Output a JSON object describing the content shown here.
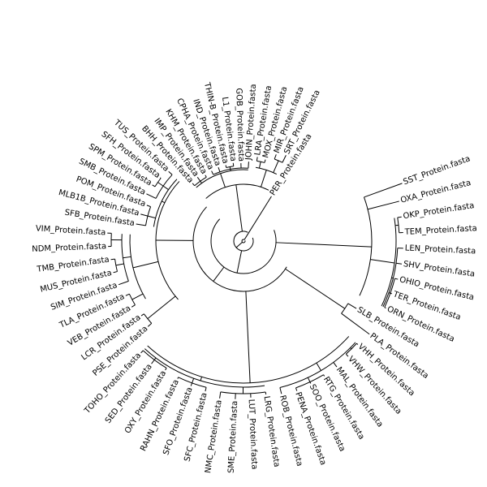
{
  "title": "",
  "colors": {
    "line": "#000000",
    "label": "#000000",
    "background": "#ffffff"
  },
  "tree": {
    "layout": "circular",
    "leaves": [
      {
        "label": "SST_Protein.fasta"
      },
      {
        "label": "OXA_Protein.fasta"
      },
      {
        "label": "OKP_Protein.fasta"
      },
      {
        "label": "TEM_Protein.fasta"
      },
      {
        "label": "LEN_Protein.fasta"
      },
      {
        "label": "SHV_Protein.fasta"
      },
      {
        "label": "OHIO_Protein.fasta"
      },
      {
        "label": "TER_Protein.fasta"
      },
      {
        "label": "ORN_Protein.fasta"
      },
      {
        "label": "SLB_Protein.fasta"
      },
      {
        "label": "PLA_Protein.fasta"
      },
      {
        "label": "VHH_Protein.fasta"
      },
      {
        "label": "VHW_Protein.fasta"
      },
      {
        "label": "MAL_Protein.fasta"
      },
      {
        "label": "RTG_Protein.fasta"
      },
      {
        "label": "SOO_Protein.fasta"
      },
      {
        "label": "PENA_Protein.fasta"
      },
      {
        "label": "ROB_Protein.fasta"
      },
      {
        "label": "LRG_Protein.fasta"
      },
      {
        "label": "LUT_Protein.fasta"
      },
      {
        "label": "SME_Protein.fasta"
      },
      {
        "label": "NMC_Protein.fasta"
      },
      {
        "label": "SFC_Protein.fasta"
      },
      {
        "label": "SFO_Protein.fasta"
      },
      {
        "label": "RAHN_Protein.fasta"
      },
      {
        "label": "OXY_Protein.fasta"
      },
      {
        "label": "SED_Protein.fasta"
      },
      {
        "label": "TOHO_Protein.fasta"
      },
      {
        "label": "PSE_Protein.fasta"
      },
      {
        "label": "LCR_Protein.fasta"
      },
      {
        "label": "VEB_Protein.fasta"
      },
      {
        "label": "TLA_Protein.fasta"
      },
      {
        "label": "SIM_Protein.fasta"
      },
      {
        "label": "MUS_Protein.fasta"
      },
      {
        "label": "TMB_Protein.fasta"
      },
      {
        "label": "NDM_Protein.fasta"
      },
      {
        "label": "VIM_Protein.fasta"
      },
      {
        "label": "SFB_Protein.fasta"
      },
      {
        "label": "MLB1B_Protein.fasta"
      },
      {
        "label": "POM_Protein.fasta"
      },
      {
        "label": "SMB_Protein.fasta"
      },
      {
        "label": "SPM_Protein.fasta"
      },
      {
        "label": "SFH_Protein.fasta"
      },
      {
        "label": "TUS_Protein.fasta"
      },
      {
        "label": "BHH_Protein.fasta"
      },
      {
        "label": "IMP_Protein.fasta"
      },
      {
        "label": "KHM_Protein.fasta"
      },
      {
        "label": "CPHA_Protein.fasta"
      },
      {
        "label": "IND_Protein.fasta"
      },
      {
        "label": "THIN-B_Protein.fasta"
      },
      {
        "label": "L1_Protein.fasta"
      },
      {
        "label": "GOB_Protein.fasta"
      },
      {
        "label": "JOHN_Protein.fasta"
      },
      {
        "label": "LRA_Protein.fasta"
      },
      {
        "label": "MOX_Protein.fasta"
      },
      {
        "label": "MIR_Protein.fasta"
      },
      {
        "label": "SRT_Protein.fasta"
      },
      {
        "label": "PER_Protein.fasta"
      }
    ]
  }
}
